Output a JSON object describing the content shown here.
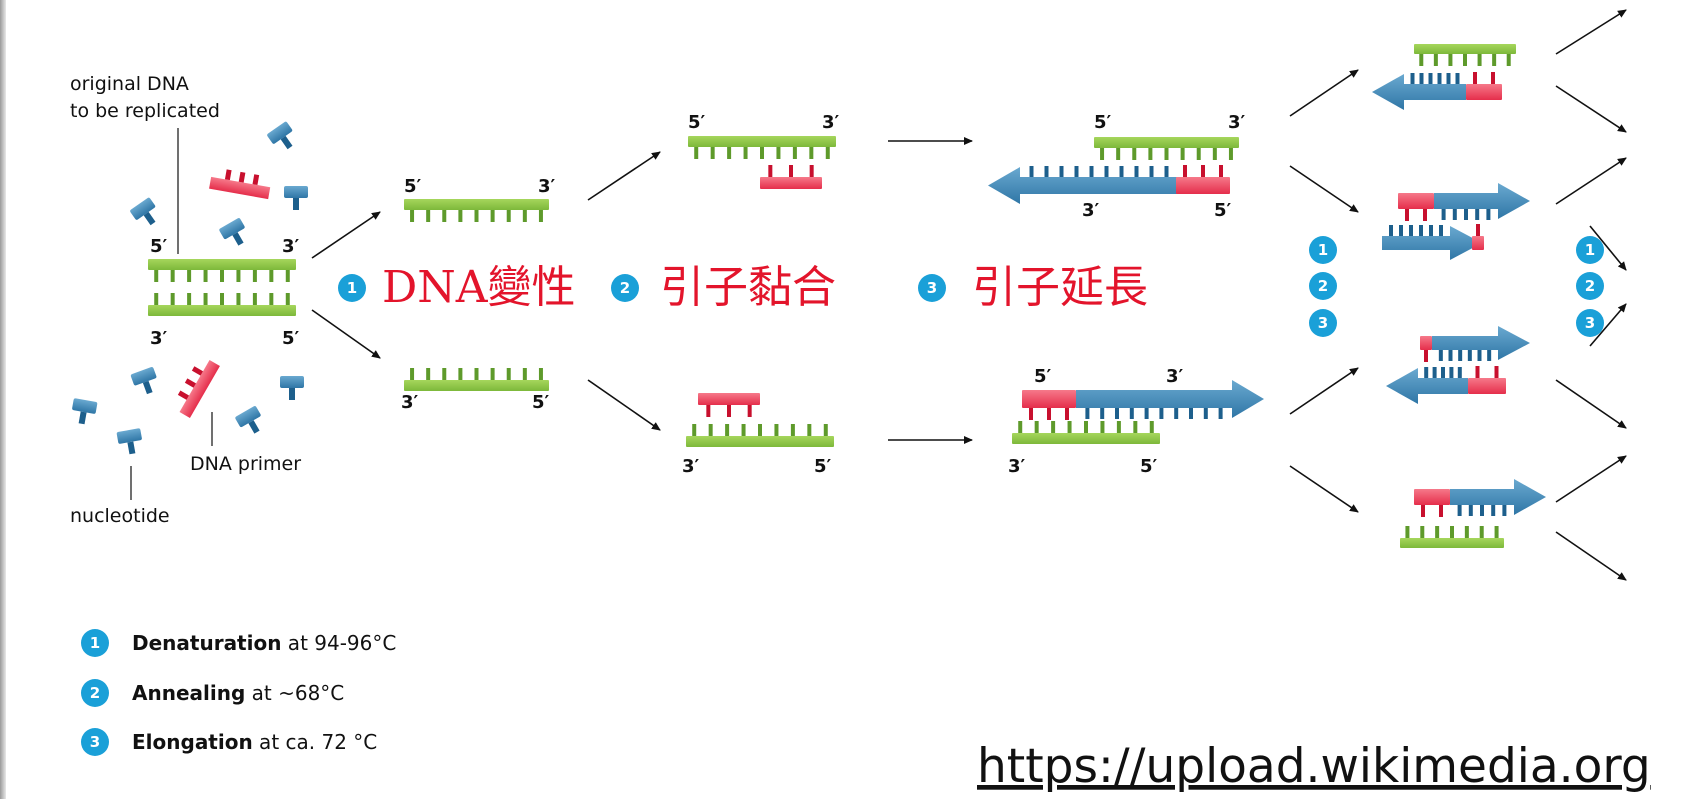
{
  "labels": {
    "original_dna": [
      "original DNA",
      "to be replicated"
    ],
    "dna_primer": "DNA primer",
    "nucleotide": "nucleotide",
    "end5": "5′",
    "end3": "3′"
  },
  "steps": [
    {
      "number": "1",
      "label": "DNA變性"
    },
    {
      "number": "2",
      "label": "引子黏合"
    },
    {
      "number": "3",
      "label": "引子延長"
    }
  ],
  "cycle_badges": [
    "1",
    "2",
    "3"
  ],
  "legend": [
    {
      "number": "1",
      "bold": "Denaturation",
      "rest": " at 94-96°C"
    },
    {
      "number": "2",
      "bold": "Annealing",
      "rest": " at ~68°C"
    },
    {
      "number": "3",
      "bold": "Elongation",
      "rest": " at ca. 72 °C"
    }
  ],
  "source_url": "https://upload.wikimedia.org",
  "colors": {
    "template_green": "#8cc63f",
    "template_green_dark": "#5e9a2b",
    "primer_red": "#ef3b56",
    "new_blue": "#3a86b4",
    "new_blue_dark": "#1d5f8c",
    "badge_blue": "#1aa0d8",
    "step_red": "#e3142b"
  }
}
